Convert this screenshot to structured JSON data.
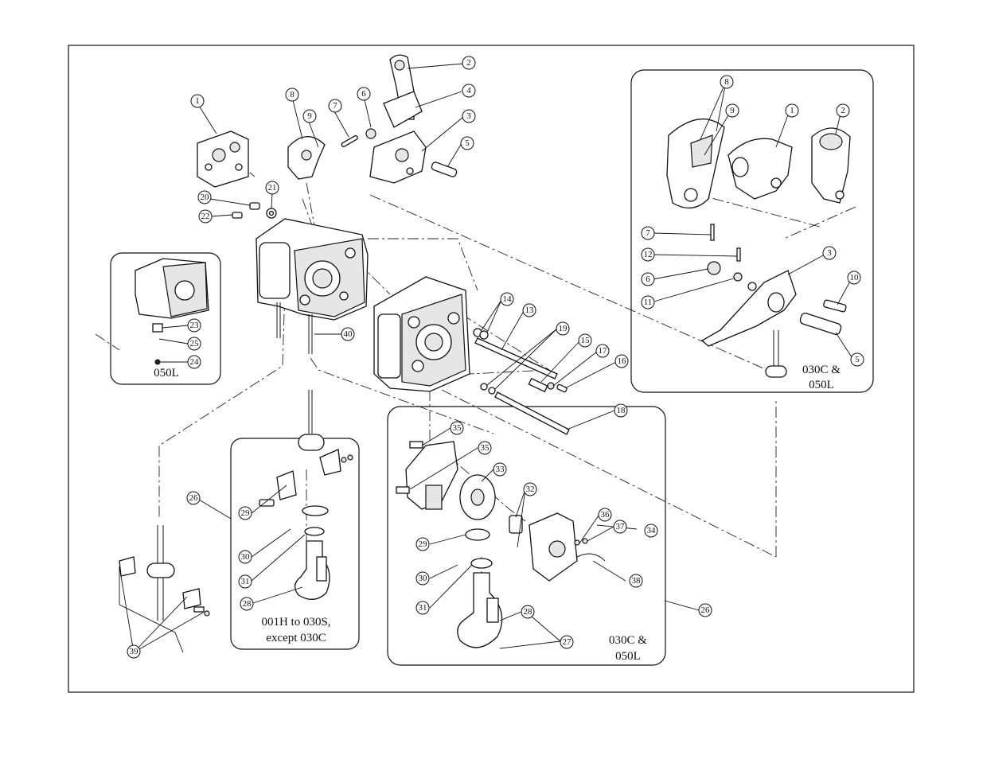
{
  "captions": {
    "inset_050l": "050L",
    "inset_001h_line1": "001H to 030S,",
    "inset_001h_line2": "except 030C",
    "inset_030c_right_line1": "030C &",
    "inset_030c_right_line2": "050L",
    "inset_030c_bottom_line1": "030C &",
    "inset_030c_bottom_line2": "050L"
  },
  "callouts": [
    {
      "id": "c1",
      "label": "1"
    },
    {
      "id": "c2",
      "label": "2"
    },
    {
      "id": "c3",
      "label": "3"
    },
    {
      "id": "c4",
      "label": "4"
    },
    {
      "id": "c5",
      "label": "5"
    },
    {
      "id": "c6",
      "label": "6"
    },
    {
      "id": "c7",
      "label": "7"
    },
    {
      "id": "c8",
      "label": "8"
    },
    {
      "id": "c9",
      "label": "9"
    },
    {
      "id": "c20",
      "label": "20"
    },
    {
      "id": "c21",
      "label": "21"
    },
    {
      "id": "c22",
      "label": "22"
    },
    {
      "id": "c23",
      "label": "23"
    },
    {
      "id": "c25",
      "label": "25"
    },
    {
      "id": "c24",
      "label": "24"
    },
    {
      "id": "c40",
      "label": "40"
    },
    {
      "id": "c14",
      "label": "14"
    },
    {
      "id": "c13",
      "label": "13"
    },
    {
      "id": "c19",
      "label": "19"
    },
    {
      "id": "c15",
      "label": "15"
    },
    {
      "id": "c17",
      "label": "17"
    },
    {
      "id": "c16",
      "label": "16"
    },
    {
      "id": "c18",
      "label": "18"
    },
    {
      "id": "c26a",
      "label": "26"
    },
    {
      "id": "c29a",
      "label": "29"
    },
    {
      "id": "c30a",
      "label": "30"
    },
    {
      "id": "c31a",
      "label": "31"
    },
    {
      "id": "c28a",
      "label": "28"
    },
    {
      "id": "c39",
      "label": "39"
    },
    {
      "id": "c35a",
      "label": "35"
    },
    {
      "id": "c35b",
      "label": "35"
    },
    {
      "id": "c33",
      "label": "33"
    },
    {
      "id": "c32",
      "label": "32"
    },
    {
      "id": "c29b",
      "label": "29"
    },
    {
      "id": "c30b",
      "label": "30"
    },
    {
      "id": "c31b",
      "label": "31"
    },
    {
      "id": "c28b",
      "label": "28"
    },
    {
      "id": "c27",
      "label": "27"
    },
    {
      "id": "c36",
      "label": "36"
    },
    {
      "id": "c37",
      "label": "37"
    },
    {
      "id": "c34",
      "label": "34"
    },
    {
      "id": "c38",
      "label": "38"
    },
    {
      "id": "c26b",
      "label": "26"
    },
    {
      "id": "r8",
      "label": "8"
    },
    {
      "id": "r9",
      "label": "9"
    },
    {
      "id": "r1",
      "label": "1"
    },
    {
      "id": "r2",
      "label": "2"
    },
    {
      "id": "r7",
      "label": "7"
    },
    {
      "id": "r12",
      "label": "12"
    },
    {
      "id": "r6",
      "label": "6"
    },
    {
      "id": "r11",
      "label": "11"
    },
    {
      "id": "r3",
      "label": "3"
    },
    {
      "id": "r10",
      "label": "10"
    },
    {
      "id": "r5",
      "label": "5"
    }
  ]
}
